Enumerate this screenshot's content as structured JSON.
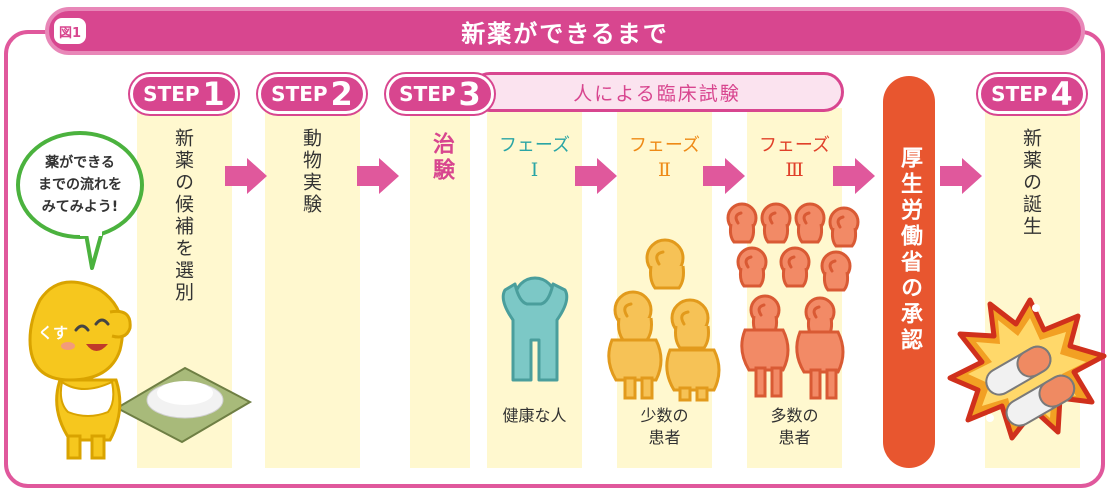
{
  "figure_label": "図1",
  "title": "新薬ができるまで",
  "steps": [
    {
      "label": "STEP",
      "number": "1",
      "text": "新薬の候補を選別"
    },
    {
      "label": "STEP",
      "number": "2",
      "text": "動物実験"
    },
    {
      "label": "STEP",
      "number": "3",
      "text": "治験"
    },
    {
      "label": "STEP",
      "number": "4",
      "text": "新薬の誕生"
    }
  ],
  "clinical_trial_label": "人による臨床試験",
  "phases": [
    {
      "label": "フェーズ",
      "numeral": "Ⅰ",
      "subjects": "健康な人",
      "color": "#2aa5a5"
    },
    {
      "label": "フェーズ",
      "numeral": "Ⅱ",
      "subjects_line1": "少数の",
      "subjects_line2": "患者",
      "color": "#ee8a16"
    },
    {
      "label": "フェーズ",
      "numeral": "Ⅲ",
      "subjects_line1": "多数の",
      "subjects_line2": "患者",
      "color": "#e0402a"
    }
  ],
  "approval": "厚生労働省の承認",
  "mascot": {
    "speech_line1": "薬ができる",
    "speech_line2": "までの流れを",
    "speech_line3": "みてみよう!",
    "name": "くす"
  },
  "colors": {
    "accent": "#d8468f",
    "cream": "#fff8cf",
    "approval": "#e8562f"
  },
  "icons": [
    "arrow-right-icon",
    "person-icon",
    "powder-icon",
    "capsule-icon"
  ]
}
